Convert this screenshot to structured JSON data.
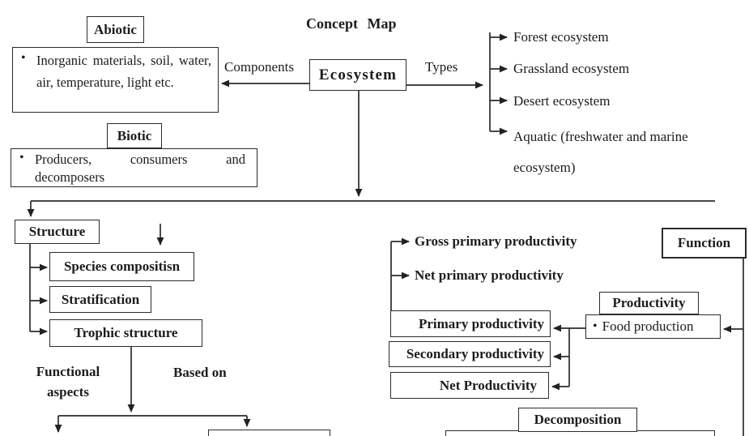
{
  "title": "Concept  Map",
  "ecosystem": {
    "label": "Ecosystem",
    "components_edge_label": "Components",
    "types_edge_label": "Types"
  },
  "components": {
    "abiotic": {
      "label": "Abiotic",
      "bullet": "•",
      "text": "Inorganic materials, soil, water, air, temperature, light etc."
    },
    "biotic": {
      "label": "Biotic",
      "bullet": "•",
      "text": "Producers, consumers and decomposers"
    }
  },
  "types": {
    "items": [
      "Forest ecosystem",
      "Grassland ecosystem",
      "Desert ecosystem",
      "Aquatic (freshwater and marine ecosystem)"
    ]
  },
  "structure": {
    "label": "Structure",
    "items": [
      "Species compositisn",
      "Stratification",
      "Trophic structure"
    ],
    "functional_aspects_label": "Functional aspects",
    "based_on_label": "Based on"
  },
  "function": {
    "label": "Function",
    "productivity": {
      "label": "Productivity",
      "bullet": "•",
      "definition": "Food production",
      "outputs": [
        "Gross primary productivity",
        "Net primary productivity"
      ],
      "kinds": [
        "Primary productivity",
        "Secondary productivity",
        "Net Productivity"
      ]
    },
    "decomposition": {
      "label": "Decomposition"
    }
  },
  "colors": {
    "ink": "#1c1c1c",
    "line": "#2b2b2b",
    "background": "#ffffff"
  }
}
